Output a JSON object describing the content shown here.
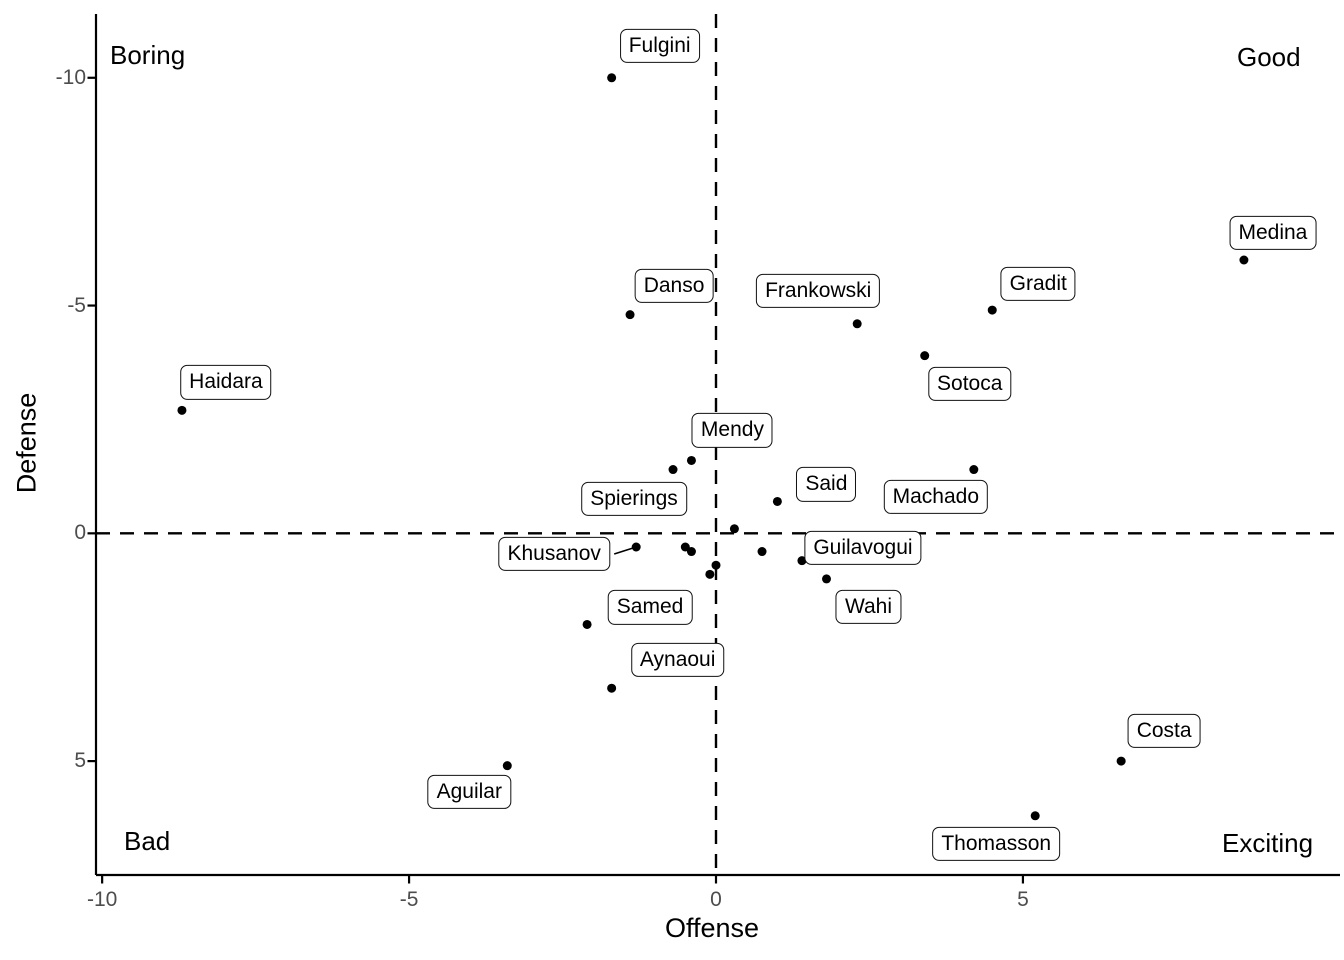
{
  "chart_data": {
    "type": "scatter",
    "title": "",
    "xlabel": "Offense",
    "ylabel": "Defense",
    "x_ticks": [
      -10,
      -5,
      0,
      5
    ],
    "y_ticks": [
      -10,
      -5,
      0,
      5
    ],
    "xlim": [
      -10.1,
      10.1
    ],
    "ylim": [
      -11.4,
      7.5
    ],
    "y_axis_reversed": true,
    "grid": "off",
    "point_color": "#000000",
    "tick_label_color": "#4d4d4d",
    "reference_lines": {
      "vertical_x": 0,
      "horizontal_y": 0,
      "style": "dashed",
      "color": "#000000"
    },
    "quadrant_annotations": [
      {
        "text": "Boring",
        "corner": "top-left"
      },
      {
        "text": "Good",
        "corner": "top-right"
      },
      {
        "text": "Bad",
        "corner": "bottom-left"
      },
      {
        "text": "Exciting",
        "corner": "bottom-right"
      }
    ],
    "players": [
      {
        "name": "Fulgini",
        "offense": -1.7,
        "defense": -10.0,
        "label_dx": 48,
        "label_dy": -32,
        "leader": false
      },
      {
        "name": "Medina",
        "offense": 8.6,
        "defense": -6.0,
        "label_dx": 29,
        "label_dy": -27,
        "leader": false
      },
      {
        "name": "Danso",
        "offense": -1.4,
        "defense": -4.8,
        "label_dx": 44,
        "label_dy": -29,
        "leader": false
      },
      {
        "name": "Frankowski",
        "offense": 2.3,
        "defense": -4.6,
        "label_dx": -39,
        "label_dy": -33,
        "leader": false
      },
      {
        "name": "Gradit",
        "offense": 4.5,
        "defense": -4.9,
        "label_dx": 46,
        "label_dy": -26,
        "leader": false
      },
      {
        "name": "Sotoca",
        "offense": 3.4,
        "defense": -3.9,
        "label_dx": 45,
        "label_dy": 28,
        "leader": false
      },
      {
        "name": "Haidara",
        "offense": -8.7,
        "defense": -2.7,
        "label_dx": 44,
        "label_dy": -28,
        "leader": false
      },
      {
        "name": "Mendy",
        "offense": -0.4,
        "defense": -1.6,
        "label_dx": 41,
        "label_dy": -30,
        "leader": false
      },
      {
        "name": "Spierings",
        "offense": -0.7,
        "defense": -1.4,
        "label_dx": -39,
        "label_dy": 29,
        "leader": false
      },
      {
        "name": "Said",
        "offense": 1.0,
        "defense": -0.7,
        "label_dx": 49,
        "label_dy": -17,
        "leader": false
      },
      {
        "name": "Machado",
        "offense": 4.2,
        "defense": -1.4,
        "label_dx": -38,
        "label_dy": 27,
        "leader": false
      },
      {
        "name": "Khusanov",
        "offense": -1.3,
        "defense": 0.3,
        "label_dx": -82,
        "label_dy": 7,
        "leader": true
      },
      {
        "name": "Guilavogui",
        "offense": 1.4,
        "defense": 0.6,
        "label_dx": 61,
        "label_dy": -13,
        "leader": false
      },
      {
        "name": "Wahi",
        "offense": 1.8,
        "defense": 1.0,
        "label_dx": 42,
        "label_dy": 28,
        "leader": false
      },
      {
        "name": "Samed",
        "offense": -2.1,
        "defense": 2.0,
        "label_dx": 63,
        "label_dy": -17,
        "leader": false
      },
      {
        "name": "Aynaoui",
        "offense": -1.7,
        "defense": 3.4,
        "label_dx": 66,
        "label_dy": -28,
        "leader": false
      },
      {
        "name": "Aguilar",
        "offense": -3.4,
        "defense": 5.1,
        "label_dx": -38,
        "label_dy": 26,
        "leader": false
      },
      {
        "name": "Costa",
        "offense": 6.6,
        "defense": 5.0,
        "label_dx": 43,
        "label_dy": -30,
        "leader": false
      },
      {
        "name": "Thomasson",
        "offense": 5.2,
        "defense": 6.2,
        "label_dx": -39,
        "label_dy": 28,
        "leader": false
      }
    ],
    "unlabeled_points": [
      {
        "offense": 0.3,
        "defense": -0.1
      },
      {
        "offense": -0.5,
        "defense": 0.3
      },
      {
        "offense": -0.4,
        "defense": 0.4
      },
      {
        "offense": 0.0,
        "defense": 0.7
      },
      {
        "offense": -0.1,
        "defense": 0.9
      },
      {
        "offense": 0.75,
        "defense": 0.4
      }
    ]
  }
}
